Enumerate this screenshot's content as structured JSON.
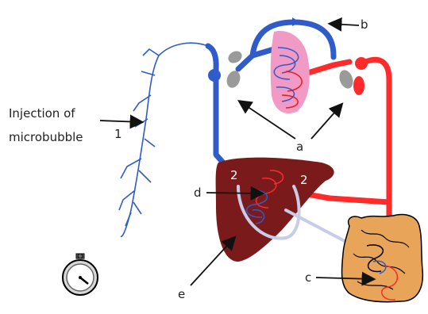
{
  "labels": {
    "injection_line1": "Injection of",
    "injection_line2": "microbubble",
    "num_1": "1",
    "num_2_left": "2",
    "num_2_right": "2",
    "a": "a",
    "b": "b",
    "c": "c",
    "d": "d",
    "e": "e"
  },
  "colors": {
    "venous": "#2f5cc8",
    "arterial": "#ff2a2a",
    "liver": "#7a1a1a",
    "lung_pink": "#f29ac6",
    "portal": "#c8cce8",
    "valve_gray": "#9a9a9a",
    "intestine": "#e8a55a"
  },
  "icons": {
    "stopwatch": "stopwatch-icon"
  }
}
